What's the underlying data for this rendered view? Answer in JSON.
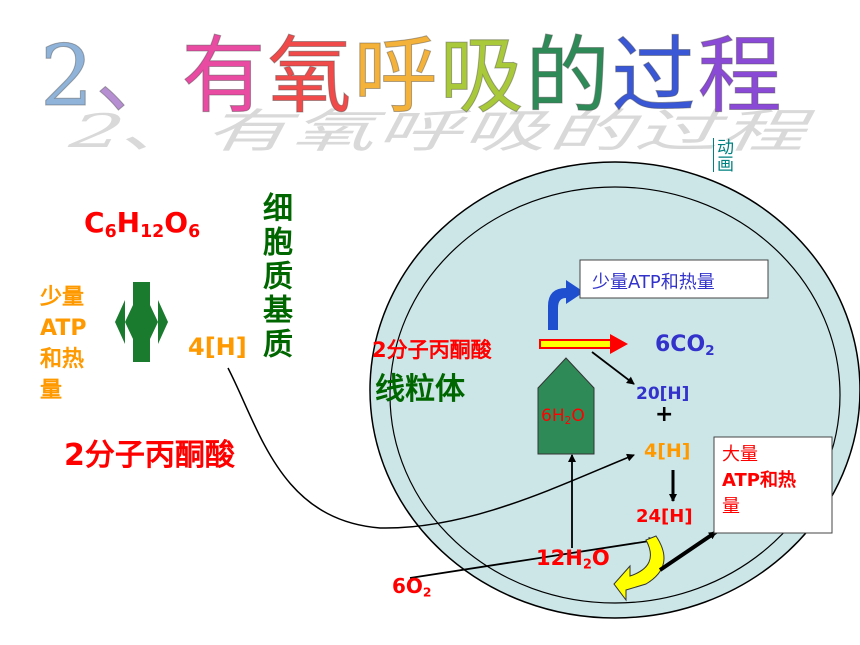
{
  "title": {
    "chars": [
      "2",
      "、",
      "有",
      "氧",
      "呼",
      "吸",
      "的",
      "过",
      "程"
    ],
    "colors": [
      "#8fb3d9",
      "#b58fd1",
      "#e94aa2",
      "#f04a4a",
      "#f5b23a",
      "#a9c93b",
      "#2e8b57",
      "#3a57d6",
      "#8a4ad6"
    ]
  },
  "link": {
    "label": "动画"
  },
  "cytoplasm": {
    "glucose": {
      "C": "C",
      "n1": "6",
      "H": "H",
      "n2": "12",
      "O": "O",
      "n3": "6"
    },
    "label": "细胞质基质",
    "atp_small": {
      "line1": "少量",
      "line2": "ATP",
      "line3": "和热",
      "line4": "量"
    },
    "hydrogen": "4[H]",
    "pyruvate": "2分子丙酮酸"
  },
  "mitochondrion": {
    "label": "线粒体",
    "pyruvate": "2分子丙酮酸",
    "atp_small_box": "少量ATP和热量",
    "co2": {
      "coef": "6CO",
      "sub": "2"
    },
    "water_in": {
      "coef": "6H",
      "sub": "2",
      "tail": "O"
    },
    "hydrogen20": "20[H]",
    "plus": "+",
    "hydrogen4": "4[H]",
    "hydrogen24": "24[H]",
    "water_out": {
      "coef": "12H",
      "sub": "2",
      "tail": "O"
    },
    "oxygen": {
      "coef": "6O",
      "sub": "2"
    },
    "atp_large": {
      "line1": "大量",
      "line2": "ATP和热",
      "line3": "量"
    }
  },
  "colors": {
    "red": "#ff0000",
    "orange": "#ff9900",
    "blue": "#3333cc",
    "darkgreen": "#006600",
    "cell_fill": "#cce6e8",
    "arrow_green": "#1a7a2e",
    "arrow_yellow": "#ffff00",
    "arrow_blue": "#1f4fcf"
  }
}
